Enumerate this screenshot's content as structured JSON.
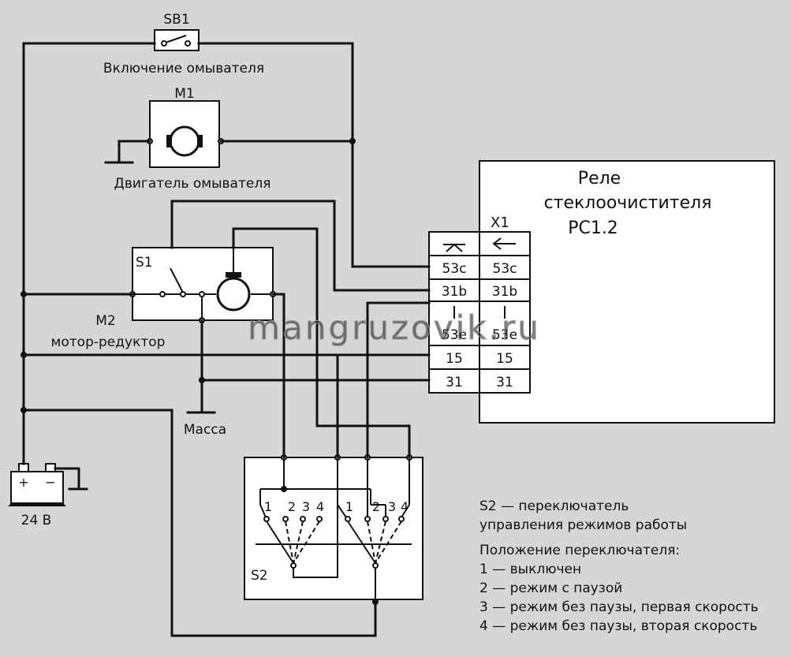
{
  "labels": {
    "sb1": "SB1",
    "washer_switch": "Включение омывателя",
    "m1": "M1",
    "washer_motor": "Двигатель омывателя",
    "relay_title_1": "Реле",
    "relay_title_2": "стеклоочистителя",
    "relay_title_3": "РС1.2",
    "x1": "X1",
    "s1": "S1",
    "m2": "M2",
    "gear_motor": "мотор-редуктор",
    "ground": "Масса",
    "battery_plus": "+",
    "battery_minus": "−",
    "battery_voltage": "24 В",
    "s2": "S2",
    "watermark": "mangruzovik.ru"
  },
  "connector": {
    "rows": [
      {
        "left": "53c",
        "right": "53c"
      },
      {
        "left": "31b",
        "right": "31b"
      },
      {
        "left": "",
        "right": ""
      },
      {
        "left": "53e",
        "right": "53e"
      },
      {
        "left": "15",
        "right": "15"
      },
      {
        "left": "31",
        "right": "31"
      }
    ]
  },
  "s2_positions": {
    "left": [
      "1",
      "2",
      "3",
      "4"
    ],
    "right": [
      "1",
      "2",
      "3",
      "4"
    ]
  },
  "legend": {
    "line1": "S2 — переключатель",
    "line2": "управления режимов работы",
    "heading": "Положение переключателя:",
    "items": [
      "1 — выключен",
      "2 — режим с паузой",
      "3 — режим без паузы, первая скорость",
      "4 — режим без паузы, вторая скорость"
    ]
  }
}
